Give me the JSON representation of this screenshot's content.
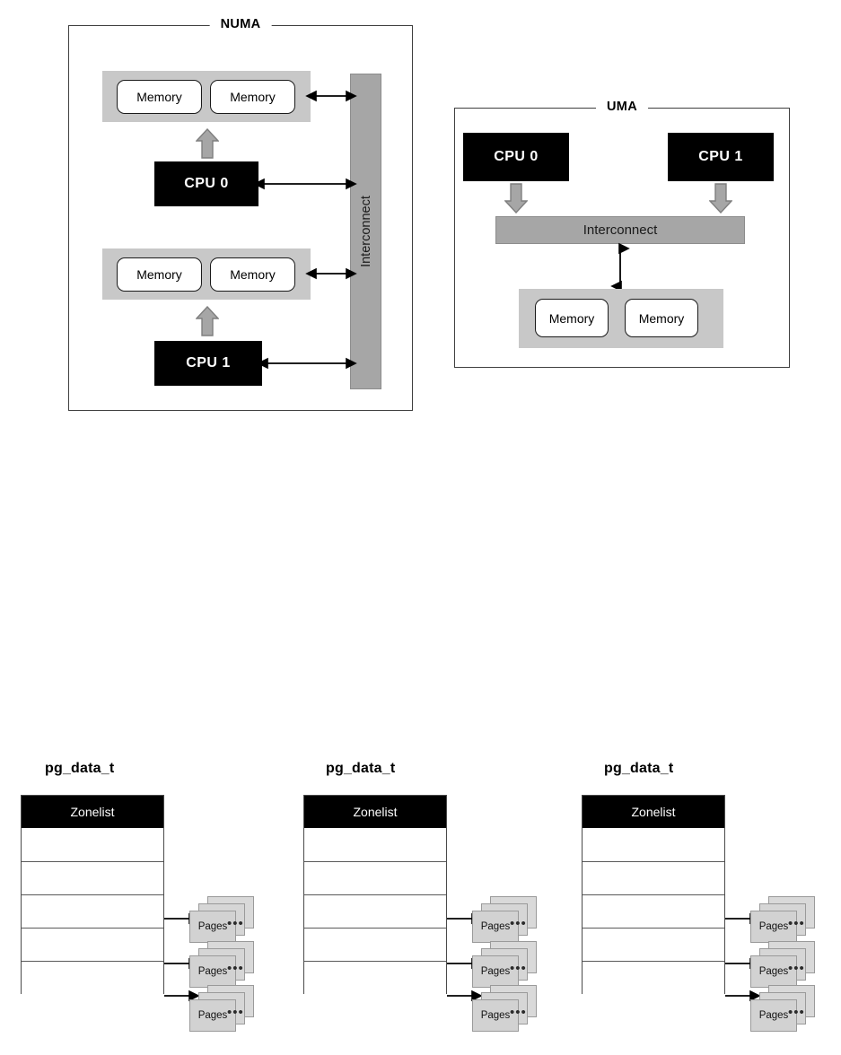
{
  "numa": {
    "title": "NUMA",
    "interconnect_label": "Interconnect",
    "nodes": [
      {
        "cpu_label": "CPU 0",
        "memories": [
          "Memory",
          "Memory"
        ]
      },
      {
        "cpu_label": "CPU 1",
        "memories": [
          "Memory",
          "Memory"
        ]
      }
    ],
    "colors": {
      "cpu_fill": "#000000",
      "cpu_text": "#ffffff",
      "memory_band": "#c8c8c8",
      "memory_fill": "#ffffff",
      "interconnect_fill": "#a6a6a6",
      "arrow": "#000000",
      "block_arrow": "#a6a6a6",
      "border": "#3f3f3f"
    }
  },
  "uma": {
    "title": "UMA",
    "interconnect_label": "Interconnect",
    "cpus": [
      "CPU 0",
      "CPU 1"
    ],
    "memories": [
      "Memory",
      "Memory"
    ],
    "colors": {
      "cpu_fill": "#000000",
      "cpu_text": "#ffffff",
      "memory_band": "#c8c8c8",
      "memory_fill": "#ffffff",
      "interconnect_fill": "#a6a6a6",
      "arrow": "#000000",
      "block_arrow": "#a6a6a6",
      "border": "#3f3f3f"
    }
  },
  "pgdata": {
    "node_title": "pg_data_t",
    "header_label": "Zonelist",
    "empty_row_count": 5,
    "pages_label": "Pages",
    "ellipsis": "•••",
    "pages_per_stack": 3,
    "stacks_per_node": 3,
    "nodes": [
      {
        "title": "pg_data_t",
        "header": "Zonelist",
        "rows": [
          "",
          "",
          "",
          "",
          ""
        ],
        "stacks": [
          {
            "label": "Pages",
            "ellipsis": "•••"
          },
          {
            "label": "Pages",
            "ellipsis": "•••"
          },
          {
            "label": "Pages",
            "ellipsis": "•••"
          }
        ]
      },
      {
        "title": "pg_data_t",
        "header": "Zonelist",
        "rows": [
          "",
          "",
          "",
          "",
          ""
        ],
        "stacks": [
          {
            "label": "Pages",
            "ellipsis": "•••"
          },
          {
            "label": "Pages",
            "ellipsis": "•••"
          },
          {
            "label": "Pages",
            "ellipsis": "•••"
          }
        ]
      },
      {
        "title": "pg_data_t",
        "header": "Zonelist",
        "rows": [
          "",
          "",
          "",
          "",
          ""
        ],
        "stacks": [
          {
            "label": "Pages",
            "ellipsis": "•••"
          },
          {
            "label": "Pages",
            "ellipsis": "•••"
          },
          {
            "label": "Pages",
            "ellipsis": "•••"
          }
        ]
      }
    ],
    "colors": {
      "header_fill": "#000000",
      "header_text": "#ffffff",
      "row_fill": "#ffffff",
      "table_border": "#4a4a4a",
      "page_fill": "#d4d4d4",
      "page_border": "#9a9a9a",
      "arrow": "#000000"
    }
  }
}
